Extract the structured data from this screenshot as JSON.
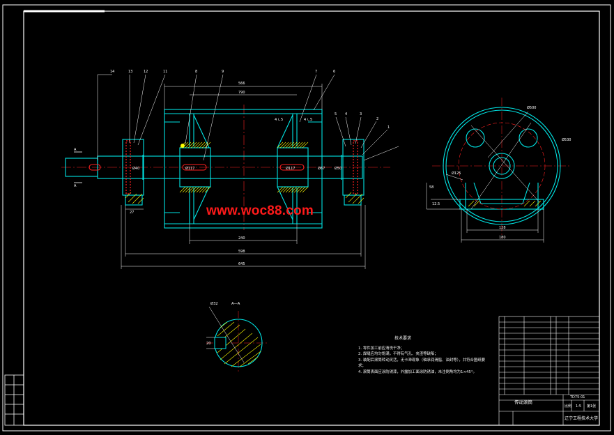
{
  "drawing": {
    "colors": {
      "background": "#000000",
      "frame": "#ffffff",
      "outline": "#00e5e5",
      "center_line": "#ff2020",
      "hatch": "#ffff00",
      "dimension": "#ffffff",
      "leader": "#ffffff"
    },
    "part_numbers": [
      "14",
      "13",
      "12",
      "11",
      "8",
      "9",
      "7",
      "6",
      "5",
      "4",
      "3",
      "2",
      "1"
    ],
    "dimensions": {
      "top_overall": "566",
      "top_inner": "790",
      "bottom_inner": "240",
      "bottom_mid": "598",
      "bottom_overall": "645",
      "left_small": "27",
      "diam_left_bearing": "Ø40",
      "diam_hub_left": "Ø117",
      "diam_hub_right": "Ø117",
      "diam_right": "Ø67",
      "diam_right_bearing": "Ø50",
      "side_outer": "Ø500",
      "side_dia": "Ø530",
      "side_left": "Ø125",
      "side_height": "58",
      "side_small": "12.5",
      "side_width_inner": "128",
      "side_width_outer": "180",
      "weld_left": "4 ∟5",
      "weld_right": "4 ∟5",
      "section_dia": "Ø32",
      "section_small": "20"
    },
    "section_label": "A—A",
    "cut_marker_top": "A",
    "cut_marker_bottom": "A"
  },
  "watermark": "www.woc88.com",
  "technical_notes": {
    "heading": "技术要求",
    "items": [
      "1. 零件加工前应清洗干净；",
      "2. 焊缝应均匀饱满，不得有气孔、夹渣等缺陷；",
      "3. 装配后滚筒转动灵活，无卡滞现象（轴承润滑脂、油封等），并符合图纸要求；",
      "4. 滚筒表面应涂防锈漆，外露加工面涂防锈油，未注倒角均为1×45°。"
    ]
  },
  "title_block": {
    "name": "传动滚筒",
    "drawing_no": "TD75-01",
    "school": "辽宁工程技术大学",
    "scale_label": "比例",
    "scale": "1:5",
    "sheet_label": "第1张"
  }
}
